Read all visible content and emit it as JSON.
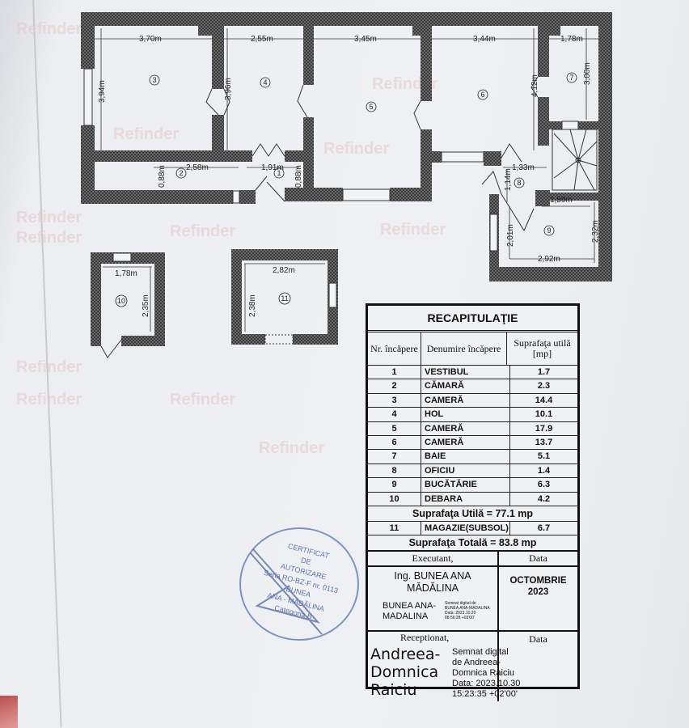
{
  "watermark": "Refinder",
  "plan": {
    "rooms": [
      "1",
      "2",
      "3",
      "4",
      "5",
      "6",
      "7",
      "8",
      "9",
      "10",
      "11"
    ],
    "dims": {
      "r3_w": "3,70m",
      "r3_h": "3,94m",
      "r4_w": "2,55m",
      "r4_h": "3,96m",
      "r5_w": "3,45m",
      "r6_w": "3,44m",
      "r6_h": "4,12m",
      "r7_w": "1,78m",
      "r7_h": "3,00m",
      "r2_w": "2,58m",
      "r2_h": "0,88m",
      "r1_w": "1,91m",
      "r1_h": "0,88m",
      "r8_w": "1,33m",
      "r8_h": "1,14m",
      "r9_w_top": "1,59m",
      "r9_w": "2,92m",
      "r9_h_left": "2,01m",
      "r9_h_right": "2,32m",
      "r10_w": "1,78m",
      "r10_h": "2,35m",
      "r11_w": "2,82m",
      "r11_h": "2,38m"
    }
  },
  "table": {
    "title": "RECAPITULAŢIE",
    "headers": [
      "Nr. încăpere",
      "Denumire încăpere",
      "Suprafaţa utilă [mp]"
    ],
    "rows": [
      {
        "nr": "1",
        "name": "VESTIBUL",
        "area": "1.7"
      },
      {
        "nr": "2",
        "name": "CĂMARĂ",
        "area": "2.3"
      },
      {
        "nr": "3",
        "name": "CAMERĂ",
        "area": "14.4"
      },
      {
        "nr": "4",
        "name": "HOL",
        "area": "10.1"
      },
      {
        "nr": "5",
        "name": "CAMERĂ",
        "area": "17.9"
      },
      {
        "nr": "6",
        "name": "CAMERĂ",
        "area": "13.7"
      },
      {
        "nr": "7",
        "name": "BAIE",
        "area": "5.1"
      },
      {
        "nr": "8",
        "name": "OFICIU",
        "area": "1.4"
      },
      {
        "nr": "9",
        "name": "BUCĂTĂRIE",
        "area": "6.3"
      },
      {
        "nr": "10",
        "name": "DEBARA",
        "area": "4.2"
      }
    ],
    "useful_total": "Suprafaţa Utilă = 77.1 mp",
    "extra_row": {
      "nr": "11",
      "name": "MAGAZIE(SUBSOL)",
      "area": "6.7"
    },
    "grand_total": "Suprafaţa Totală = 83.8 mp",
    "executant_label": "Executant,",
    "date_label": "Data",
    "executant_name_1": "Ing. BUNEA ANA",
    "executant_name_2": "MĂDĂLINA",
    "executant_sig_name_1": "BUNEA ANA-",
    "executant_sig_name_2": "MADALINA",
    "executant_sig_details": [
      "Semnat digital de",
      "BUNEA ANA-MADALINA",
      "Data: 2023.10.20",
      "08:56:28 +03'00'"
    ],
    "executant_date": [
      "OCTOMBRIE",
      "2023"
    ],
    "received_label": "Receptionat,",
    "received_date_label": "Data",
    "received_sig_name": [
      "Andreea-",
      "Domnica",
      "Raiciu"
    ],
    "received_sig_details": [
      "Semnat digital",
      "de Andreea-",
      "Domnica Raiciu",
      "Data: 2023.10.30",
      "15:23:35 +02'00'"
    ]
  },
  "stamp": {
    "lines": [
      "CERTIFICAT",
      "DE",
      "AUTORIZARE",
      "Seria RO-BZ-F nr. 0113",
      "BUNEA",
      "ANA - MĂDĂLINA",
      "Categoria B"
    ]
  }
}
